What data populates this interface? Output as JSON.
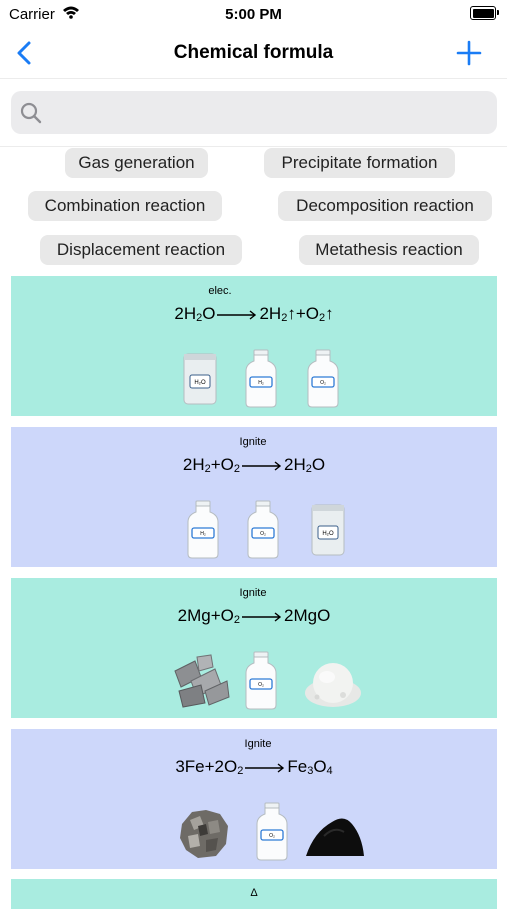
{
  "status_bar": {
    "carrier": "Carrier",
    "time": "5:00 PM"
  },
  "nav": {
    "title": "Chemical formula"
  },
  "search": {
    "placeholder": "",
    "value": ""
  },
  "tags": [
    "Gas generation",
    "Precipitate formation",
    "Combination reaction",
    "Decomposition reaction",
    "Displacement reaction",
    "Metathesis reaction"
  ],
  "reactions": [
    {
      "condition": "elec.",
      "color": "#a9ece0",
      "images": [
        "H₂O",
        "H₂",
        "O₂"
      ]
    },
    {
      "condition": "Ignite",
      "color": "#cdd7fa",
      "images": [
        "H₂",
        "O₂",
        "H₂O"
      ]
    },
    {
      "condition": "Ignite",
      "color": "#a9ece0",
      "images": [
        "O₂"
      ]
    },
    {
      "condition": "Ignite",
      "color": "#cdd7fa",
      "images": [
        "O₂"
      ]
    },
    {
      "condition": "Δ",
      "color": "#a9ece0"
    }
  ],
  "accent_color": "#1a7cf5"
}
